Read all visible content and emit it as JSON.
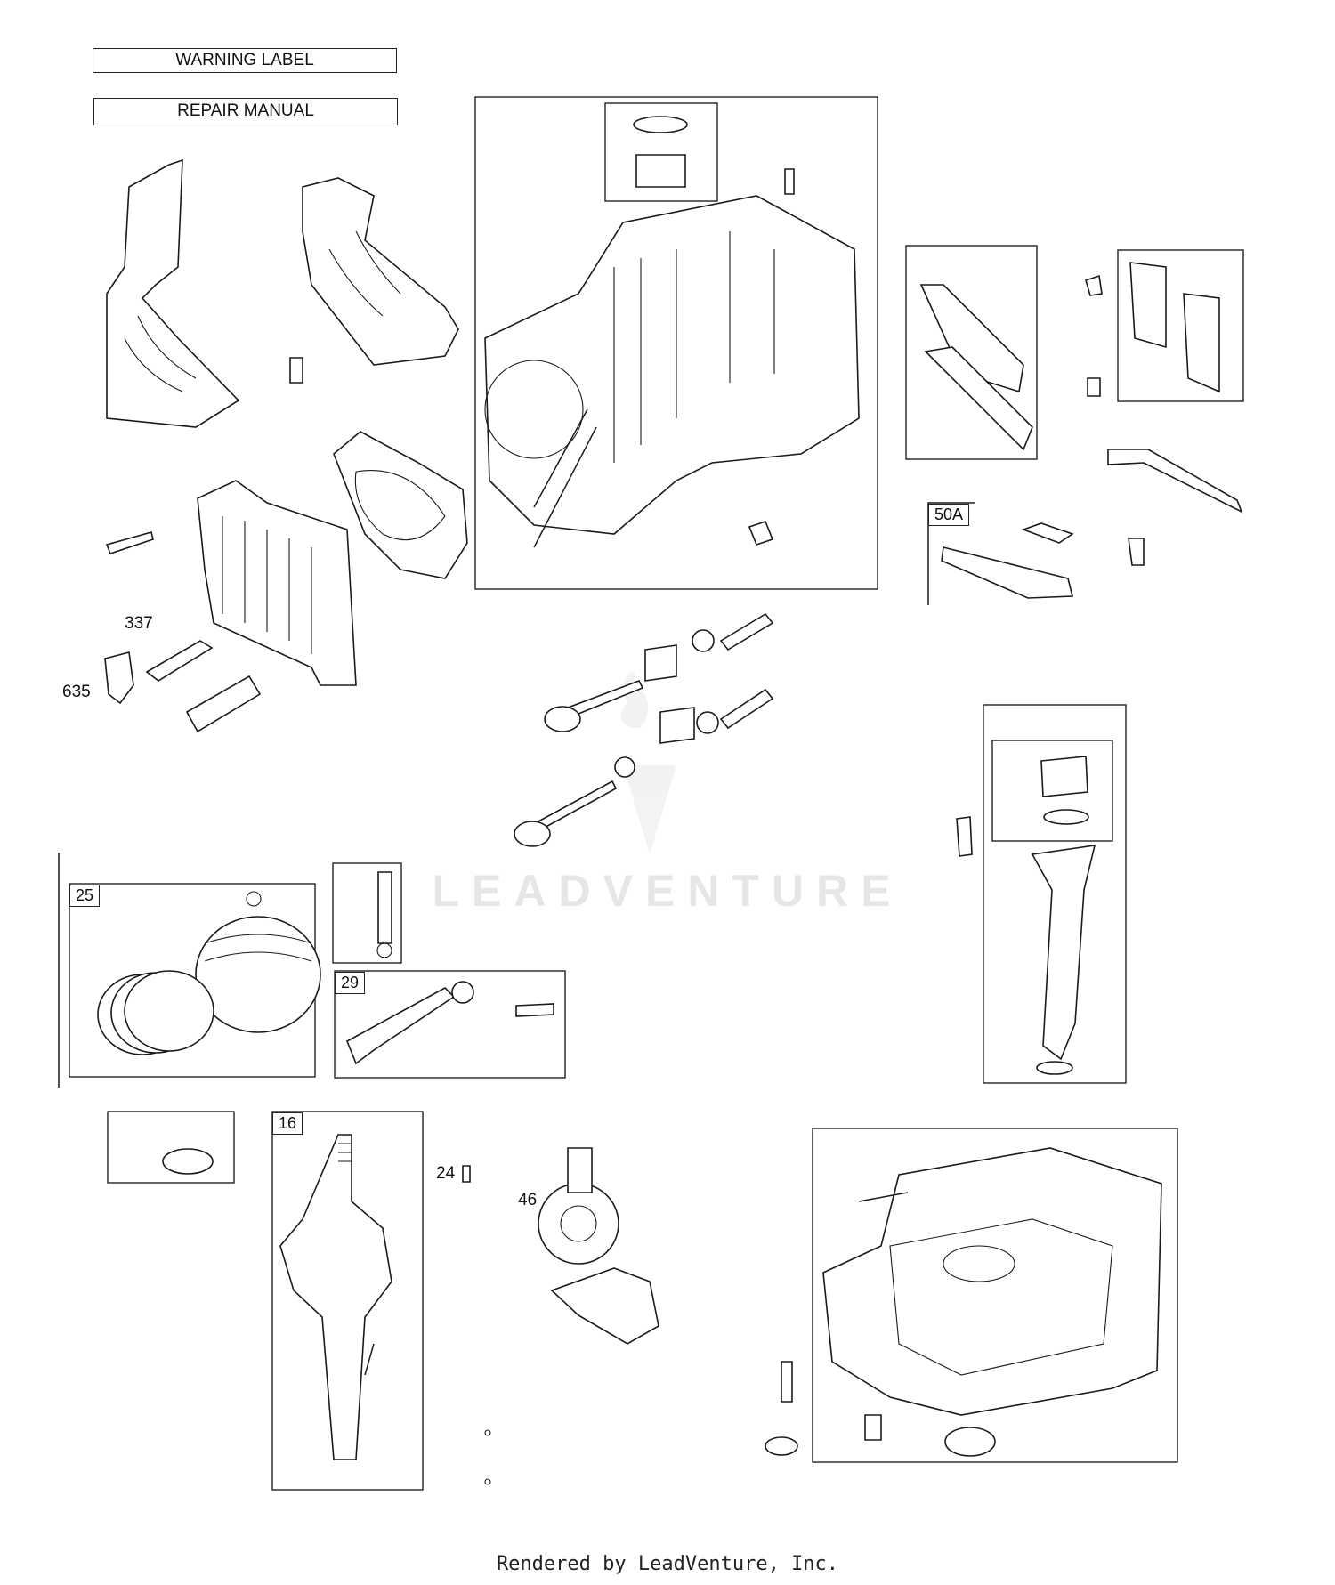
{
  "labels": {
    "warning_label": "WARNING LABEL",
    "repair_manual": "REPAIR MANUAL"
  },
  "callouts": {
    "c337": "337",
    "c635": "635",
    "c24": "24",
    "c46": "46"
  },
  "group_tags": {
    "g50A": "50A",
    "g25": "25",
    "g29": "29",
    "g16": "16"
  },
  "watermark": "LEADVENTURE",
  "footer": "Rendered by LeadVenture, Inc."
}
